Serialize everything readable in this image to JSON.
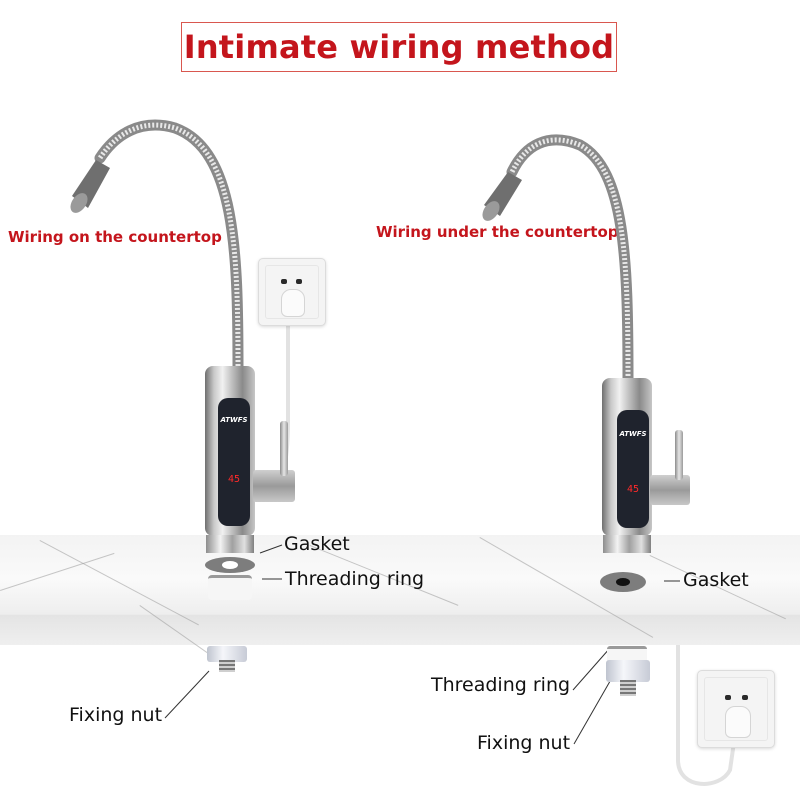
{
  "header": {
    "title": "Intimate wiring method"
  },
  "panels": [
    {
      "id": "left",
      "subtitle": "Wiring on the countertop",
      "labels": {
        "gasket": "Gasket",
        "threading_ring": "Threading ring",
        "fixing_nut": "Fixing nut"
      },
      "faucet": {
        "brand": "ATWFS",
        "temperature_display": "45"
      },
      "socket_position": "above countertop"
    },
    {
      "id": "right",
      "subtitle": "Wiring under the countertop",
      "labels": {
        "gasket": "Gasket",
        "threading_ring": "Threading ring",
        "fixing_nut": "Fixing nut"
      },
      "faucet": {
        "brand": "ATWFS",
        "temperature_display": "45"
      },
      "socket_position": "below countertop"
    }
  ],
  "colors": {
    "accent_red": "#c4151c",
    "title_border": "#d9574f",
    "display_red": "#ff2a2a",
    "panel_dark": "#1f232d"
  }
}
